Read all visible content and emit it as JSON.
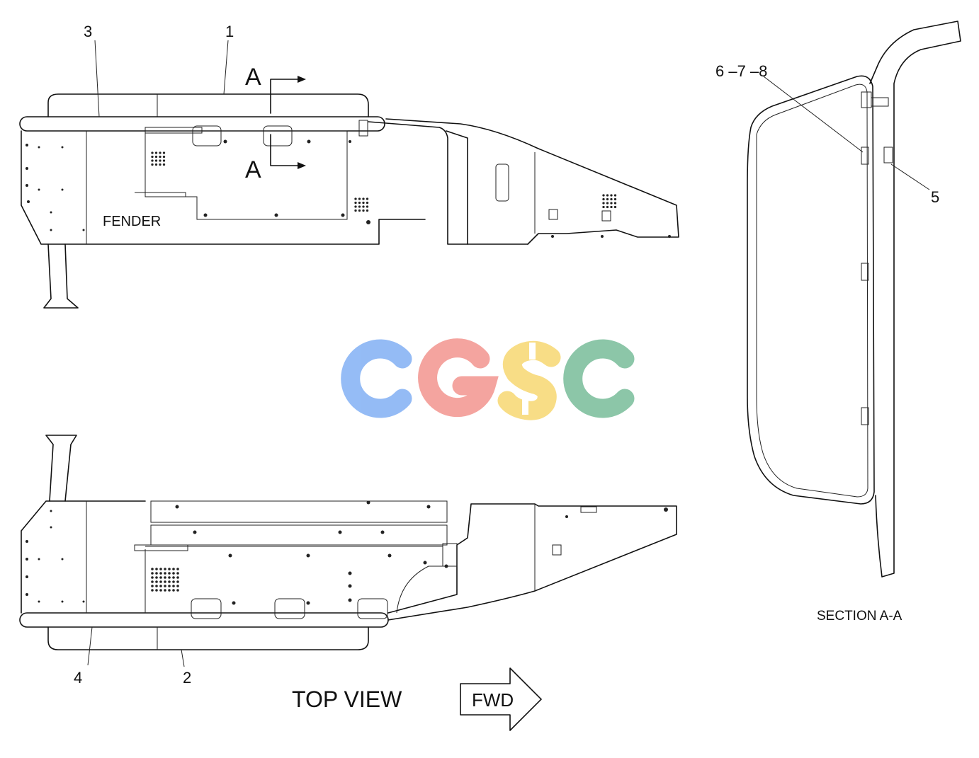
{
  "callouts": {
    "c1": "1",
    "c2": "2",
    "c3": "3",
    "c4": "4",
    "c5": "5",
    "c678": "6 –7 –8"
  },
  "section_marker": {
    "top": "A",
    "bottom": "A"
  },
  "fender_label": "FENDER",
  "top_view_label": "TOP VIEW",
  "fwd_label": "FWD",
  "section_label": "SECTION A-A",
  "watermark": {
    "text": "CGSC",
    "colors": [
      "#8fb8f5",
      "#f4a09a",
      "#f8dc80",
      "#86c4a4"
    ]
  }
}
